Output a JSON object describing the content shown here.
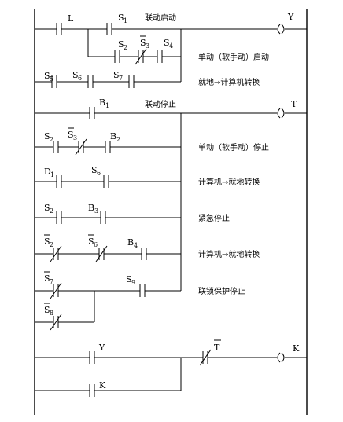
{
  "diagram": {
    "coils": [
      {
        "id": "Y",
        "label": "Y"
      },
      {
        "id": "T",
        "label": "T"
      },
      {
        "id": "K",
        "label": "K"
      }
    ],
    "contacts": {
      "L": {
        "base": "L",
        "sub": "",
        "bar": false,
        "nc": false
      },
      "S1a": {
        "base": "S",
        "sub": "1",
        "bar": false,
        "nc": false
      },
      "S2a": {
        "base": "S",
        "sub": "2",
        "bar": false,
        "nc": false
      },
      "S3a": {
        "base": "S",
        "sub": "3",
        "bar": true,
        "nc": true
      },
      "S4a": {
        "base": "S",
        "sub": "4",
        "bar": false,
        "nc": false
      },
      "S5a": {
        "base": "S",
        "sub": "5",
        "bar": false,
        "nc": false
      },
      "S6a": {
        "base": "S",
        "sub": "6",
        "bar": false,
        "nc": false
      },
      "S7a": {
        "base": "S",
        "sub": "7",
        "bar": false,
        "nc": false
      },
      "B1": {
        "base": "B",
        "sub": "1",
        "bar": false,
        "nc": false
      },
      "S2b": {
        "base": "S",
        "sub": "2",
        "bar": false,
        "nc": false
      },
      "S3b": {
        "base": "S",
        "sub": "3",
        "bar": true,
        "nc": true
      },
      "B2": {
        "base": "B",
        "sub": "2",
        "bar": false,
        "nc": false
      },
      "D1": {
        "base": "D",
        "sub": "1",
        "bar": false,
        "nc": false
      },
      "S6b": {
        "base": "S",
        "sub": "6",
        "bar": false,
        "nc": false
      },
      "S2c": {
        "base": "S",
        "sub": "2",
        "bar": false,
        "nc": false
      },
      "B3": {
        "base": "B",
        "sub": "3",
        "bar": false,
        "nc": false
      },
      "S2d": {
        "base": "S",
        "sub": "2",
        "bar": true,
        "nc": true
      },
      "S6c": {
        "base": "S",
        "sub": "6",
        "bar": true,
        "nc": true
      },
      "B4": {
        "base": "B",
        "sub": "4",
        "bar": false,
        "nc": false
      },
      "S7b": {
        "base": "S",
        "sub": "7",
        "bar": true,
        "nc": true
      },
      "S8": {
        "base": "S",
        "sub": "8",
        "bar": true,
        "nc": true
      },
      "S9": {
        "base": "S",
        "sub": "9",
        "bar": false,
        "nc": false
      },
      "Yc": {
        "base": "Y",
        "sub": "",
        "bar": false,
        "nc": false
      },
      "Kc": {
        "base": "K",
        "sub": "",
        "bar": false,
        "nc": false
      },
      "Tbar": {
        "base": "T",
        "sub": "",
        "bar": true,
        "nc": true
      }
    },
    "notes": {
      "linked_start": "联动启动",
      "single_start": "单动（软手动）启动",
      "local_to_pc_1": "就地→计算机转换",
      "linked_stop": "联动停止",
      "single_stop": "单动（软手动）停止",
      "pc_to_local_1": "计算机→就地转换",
      "emergency_stop": "紧急停止",
      "pc_to_local_2": "计算机→就地转换",
      "interlock_stop": "联锁保护停止"
    }
  }
}
